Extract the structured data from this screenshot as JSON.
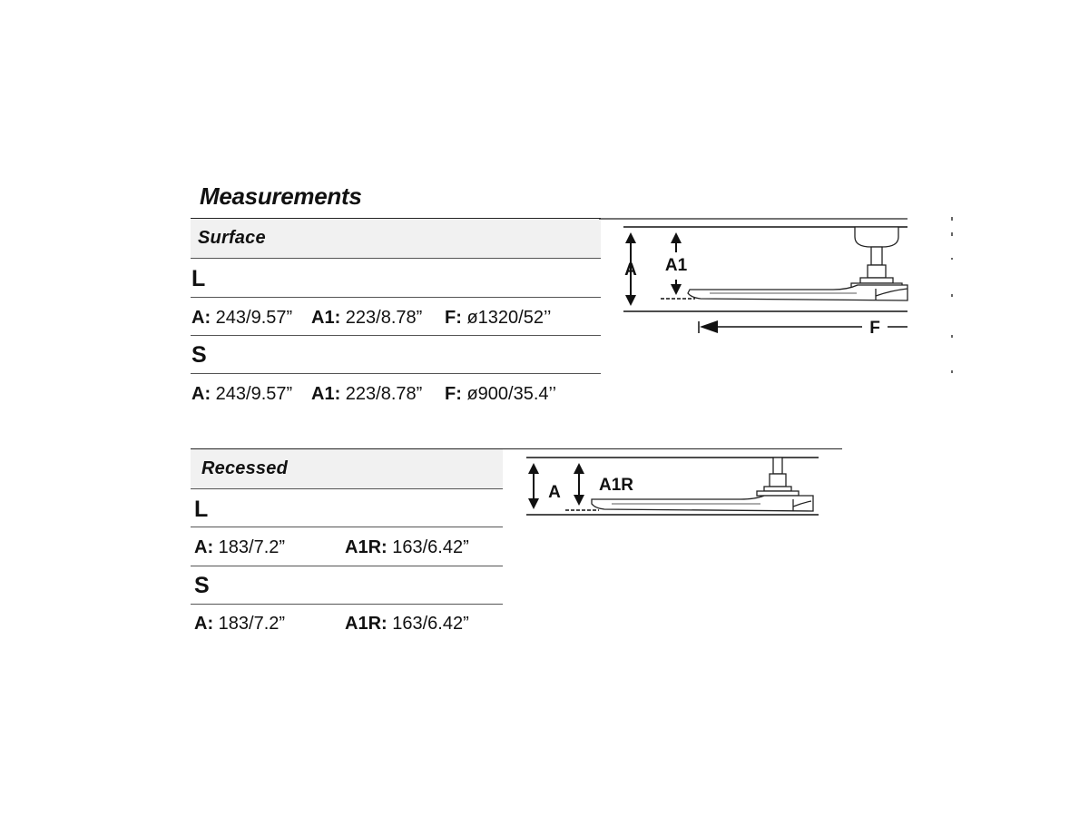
{
  "page": {
    "title": "Measurements"
  },
  "surface": {
    "label": "Surface",
    "rows": [
      {
        "size": "L",
        "specs": [
          {
            "key": "A:",
            "value": "243/9.57”"
          },
          {
            "key": "A1:",
            "value": "223/8.78”"
          },
          {
            "key": "F:",
            "value": "ø1320/52’’"
          }
        ]
      },
      {
        "size": "S",
        "specs": [
          {
            "key": "A:",
            "value": "243/9.57”"
          },
          {
            "key": "A1:",
            "value": "223/8.78”"
          },
          {
            "key": "F:",
            "value": "ø900/35.4’’"
          }
        ]
      }
    ],
    "diagram": {
      "label_a": "A",
      "label_a1": "A1",
      "label_f": "F"
    }
  },
  "recessed": {
    "label": "Recessed",
    "rows": [
      {
        "size": "L",
        "specs": [
          {
            "key": "A:",
            "value": "183/7.2”"
          },
          {
            "key": "A1R:",
            "value": "163/6.42”"
          }
        ]
      },
      {
        "size": "S",
        "specs": [
          {
            "key": "A:",
            "value": "183/7.2”"
          },
          {
            "key": "A1R:",
            "value": "163/6.42”"
          }
        ]
      }
    ],
    "diagram": {
      "label_a": "A",
      "label_a1r": "A1R"
    }
  }
}
